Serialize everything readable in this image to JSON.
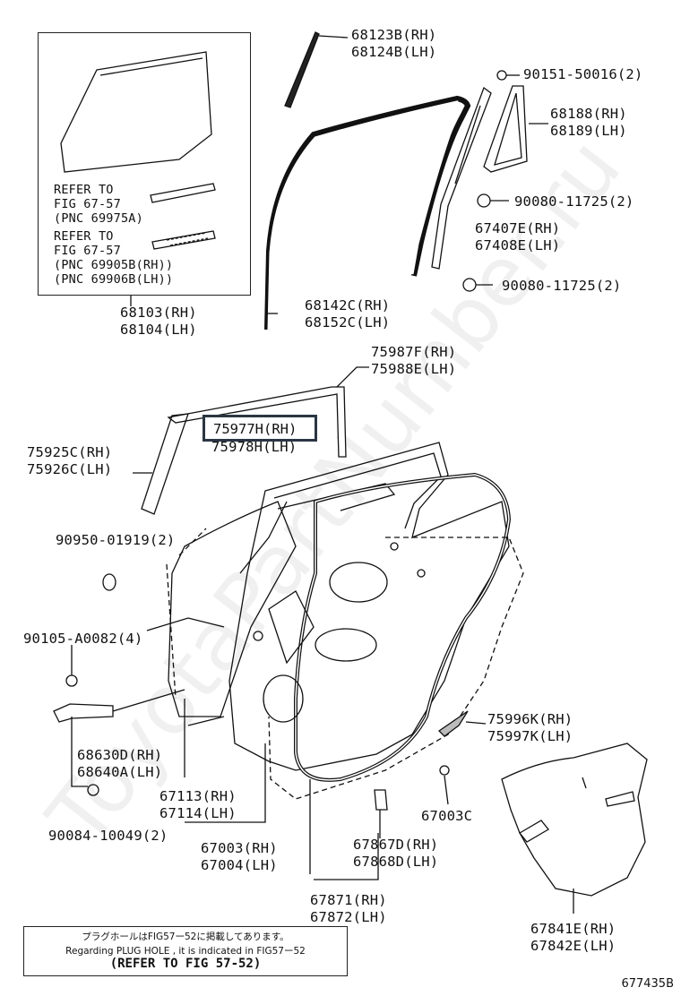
{
  "watermark": "ToyotaPartNumber.ru",
  "inset": {
    "refer1": [
      "REFER TO",
      "FIG 67-57",
      "(PNC 69975A)"
    ],
    "refer2": [
      "REFER TO",
      "FIG 67-57",
      "(PNC 69905B(RH))",
      "(PNC 69906B(LH))"
    ]
  },
  "parts": {
    "p68103": [
      "68103(RH)",
      "68104(LH)"
    ],
    "p68123": [
      "68123B(RH)",
      "68124B(LH)"
    ],
    "p90151": "90151-50016(2)",
    "p68188": [
      "68188(RH)",
      "68189(LH)"
    ],
    "p90080a": "90080-11725(2)",
    "p67407": [
      "67407E(RH)",
      "67408E(LH)"
    ],
    "p90080b": "90080-11725(2)",
    "p68142": [
      "68142C(RH)",
      "68152C(LH)"
    ],
    "p75987": [
      "75987F(RH)",
      "75988E(LH)"
    ],
    "p75977": [
      "75977H(RH)",
      "75978H(LH)"
    ],
    "p75925": [
      "75925C(RH)",
      "75926C(LH)"
    ],
    "p90950": "90950-01919(2)",
    "p90105": "90105-A0082(4)",
    "p68630": [
      "68630D(RH)",
      "68640A(LH)"
    ],
    "p67113": [
      "67113(RH)",
      "67114(LH)"
    ],
    "p90084": "90084-10049(2)",
    "p67003": [
      "67003(RH)",
      "67004(LH)"
    ],
    "p67003c": "67003C",
    "p67867": [
      "67867D(RH)",
      "67868D(LH)"
    ],
    "p75996": [
      "75996K(RH)",
      "75997K(LH)"
    ],
    "p67871": [
      "67871(RH)",
      "67872(LH)"
    ],
    "p67841": [
      "67841E(RH)",
      "67842E(LH)"
    ]
  },
  "note": {
    "jp": "プラグホールはFIG57ー52に掲載してあります。",
    "en": "Regarding  PLUG HOLE , it is indicated  in  FIG57ー52",
    "ref": "(REFER TO FIG 57-52)"
  },
  "diagram_code": "677435B"
}
